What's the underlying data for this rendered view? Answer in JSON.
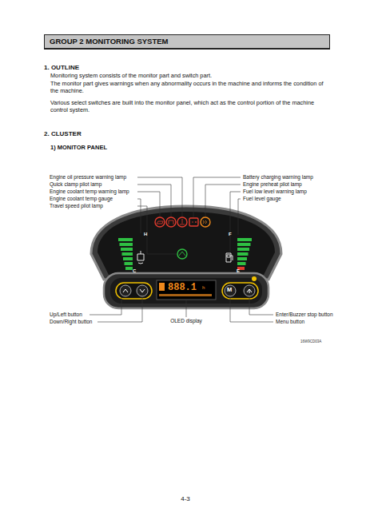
{
  "diagram": {
    "nodes": [
      {
        "text": [
          "GROUP 2 MONITORING SYSTEM"
        ]
      }
    ],
    "labels": [
      "1. OUTLINE",
      "Monitoring system consists of the monitor part and switch part.",
      "The monitor part gives warnings when any abnormality occurs in the machine and informs the condition of the machine.",
      "Various select switches are built into the monitor panel, which act as the control portion of the machine control system.",
      "2. CLUSTER",
      "1) MONITOR PANEL",
      "Engine oil pressure warning lamp",
      "Quick clamp pilot lamp",
      "Engine coolant temp warning lamp",
      "Engine coolant temp gauge",
      "Travel speed pilot lamp",
      "Battery charging warning lamp",
      "Engine preheat pilot lamp",
      "Fuel low level warning lamp",
      "Fuel level gauge",
      "H",
      "C",
      "F",
      "E",
      "888.1",
      "h",
      "M",
      "Up/Left button",
      "Down/Right button",
      "OLED display",
      "Enter/Buzzer stop button",
      "Menu button",
      "16W9CD03A",
      "4-3"
    ]
  }
}
